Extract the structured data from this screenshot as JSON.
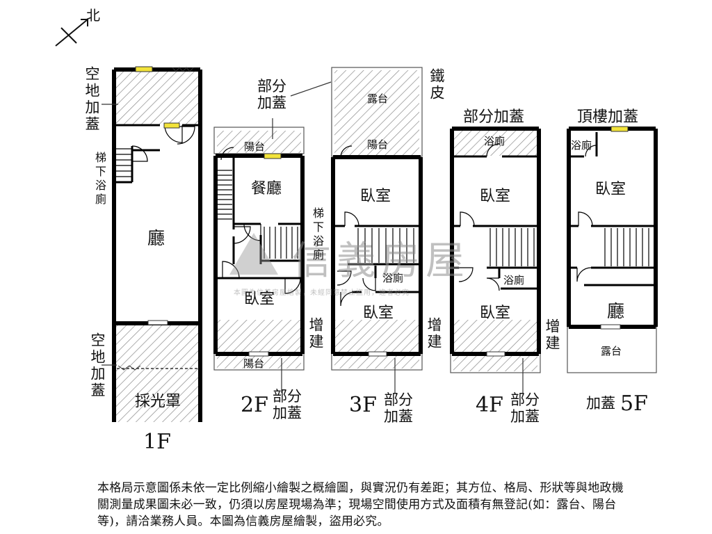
{
  "north": "北",
  "watermark": {
    "brand": "信義房屋",
    "sub": "本圖為信義房屋繪製，未經同意禁止盜用，違者必究"
  },
  "floors": {
    "f1": {
      "label": "1F",
      "top_note": "空地加蓋",
      "bottom_note": "空地加蓋",
      "stair_bath": "梯下浴廁",
      "hall": "廳",
      "skylight": "採光罩"
    },
    "f2": {
      "label": "2F",
      "note_top": "部分加蓋",
      "note_bottom": "部分加蓋",
      "balcony_top": "陽台",
      "dining": "餐廳",
      "stair_bath": "梯下浴廁",
      "bedroom": "臥室",
      "extension": "增建",
      "balcony_bottom": "陽台"
    },
    "f3": {
      "label": "3F",
      "note_bottom": "部分加蓋",
      "terrace": "露台",
      "balcony": "陽台",
      "iron_sheet": "鐵皮",
      "bedroom1": "臥室",
      "bath": "浴廁",
      "bedroom2": "臥室",
      "extension": "增建"
    },
    "f4": {
      "label": "4F",
      "note_top": "部分加蓋",
      "note_bottom": "部分加蓋",
      "bath_top": "浴廁",
      "bedroom1": "臥室",
      "bath_mid": "浴廁",
      "bedroom2": "臥室",
      "extension": "增建"
    },
    "f5": {
      "label": "5F",
      "note_top": "頂樓加蓋",
      "note_bottom": "加蓋",
      "bath": "浴廁",
      "bedroom": "臥室",
      "hall": "廳",
      "terrace": "露台"
    }
  },
  "disclaimer": "本格局示意圖係未依一定比例縮小繪製之概繪圖，與實況仍有差距；其方位、格局、形狀等與地政機關測量成果圖未必一致，仍須以房屋現場為準；現場空間使用方式及面積有無登記(如：露台、陽台等)，請洽業務人員。本圖為信義房屋繪製，盜用必究。"
}
